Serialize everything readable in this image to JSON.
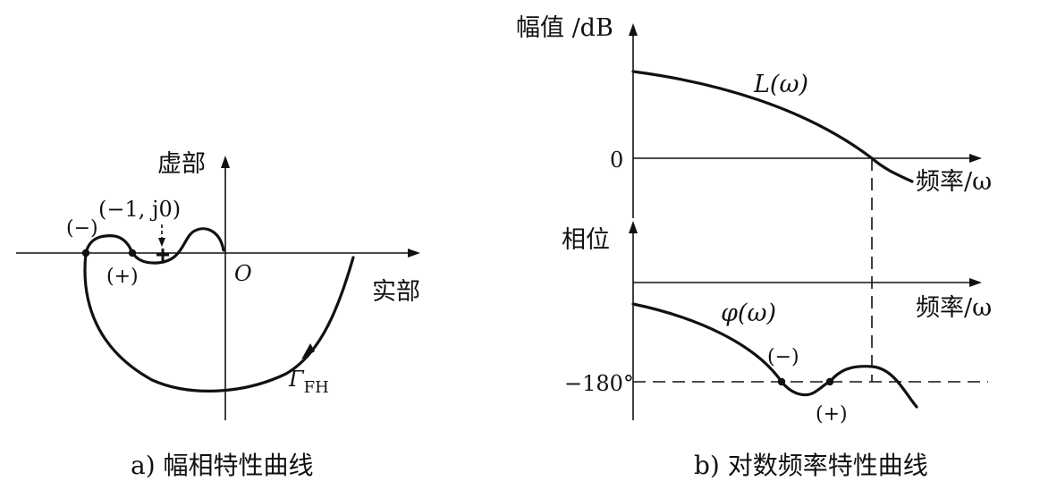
{
  "panel_a": {
    "caption": "a) 幅相特性曲线",
    "imag_axis_label": "虚部",
    "real_axis_label": "实部",
    "origin_label": "O",
    "critical_point_label": "(−1, j0)",
    "crossing_negative": "(−)",
    "crossing_positive": "(+)",
    "curve_label_main": "Γ",
    "curve_label_sub": "FH"
  },
  "panel_b": {
    "caption": "b) 对数频率特性曲线",
    "magnitude_axis_label": "幅值 /dB",
    "magnitude_zero_tick": "0",
    "freq_axis_label_top": "频率/ω",
    "magnitude_curve_label": "L(ω)",
    "phase_axis_label": "相位",
    "phase_tick": "−180°",
    "freq_axis_label_bottom": "频率/ω",
    "phase_curve_label": "φ(ω)",
    "crossing_negative": "(−)",
    "crossing_positive": "(+)"
  }
}
